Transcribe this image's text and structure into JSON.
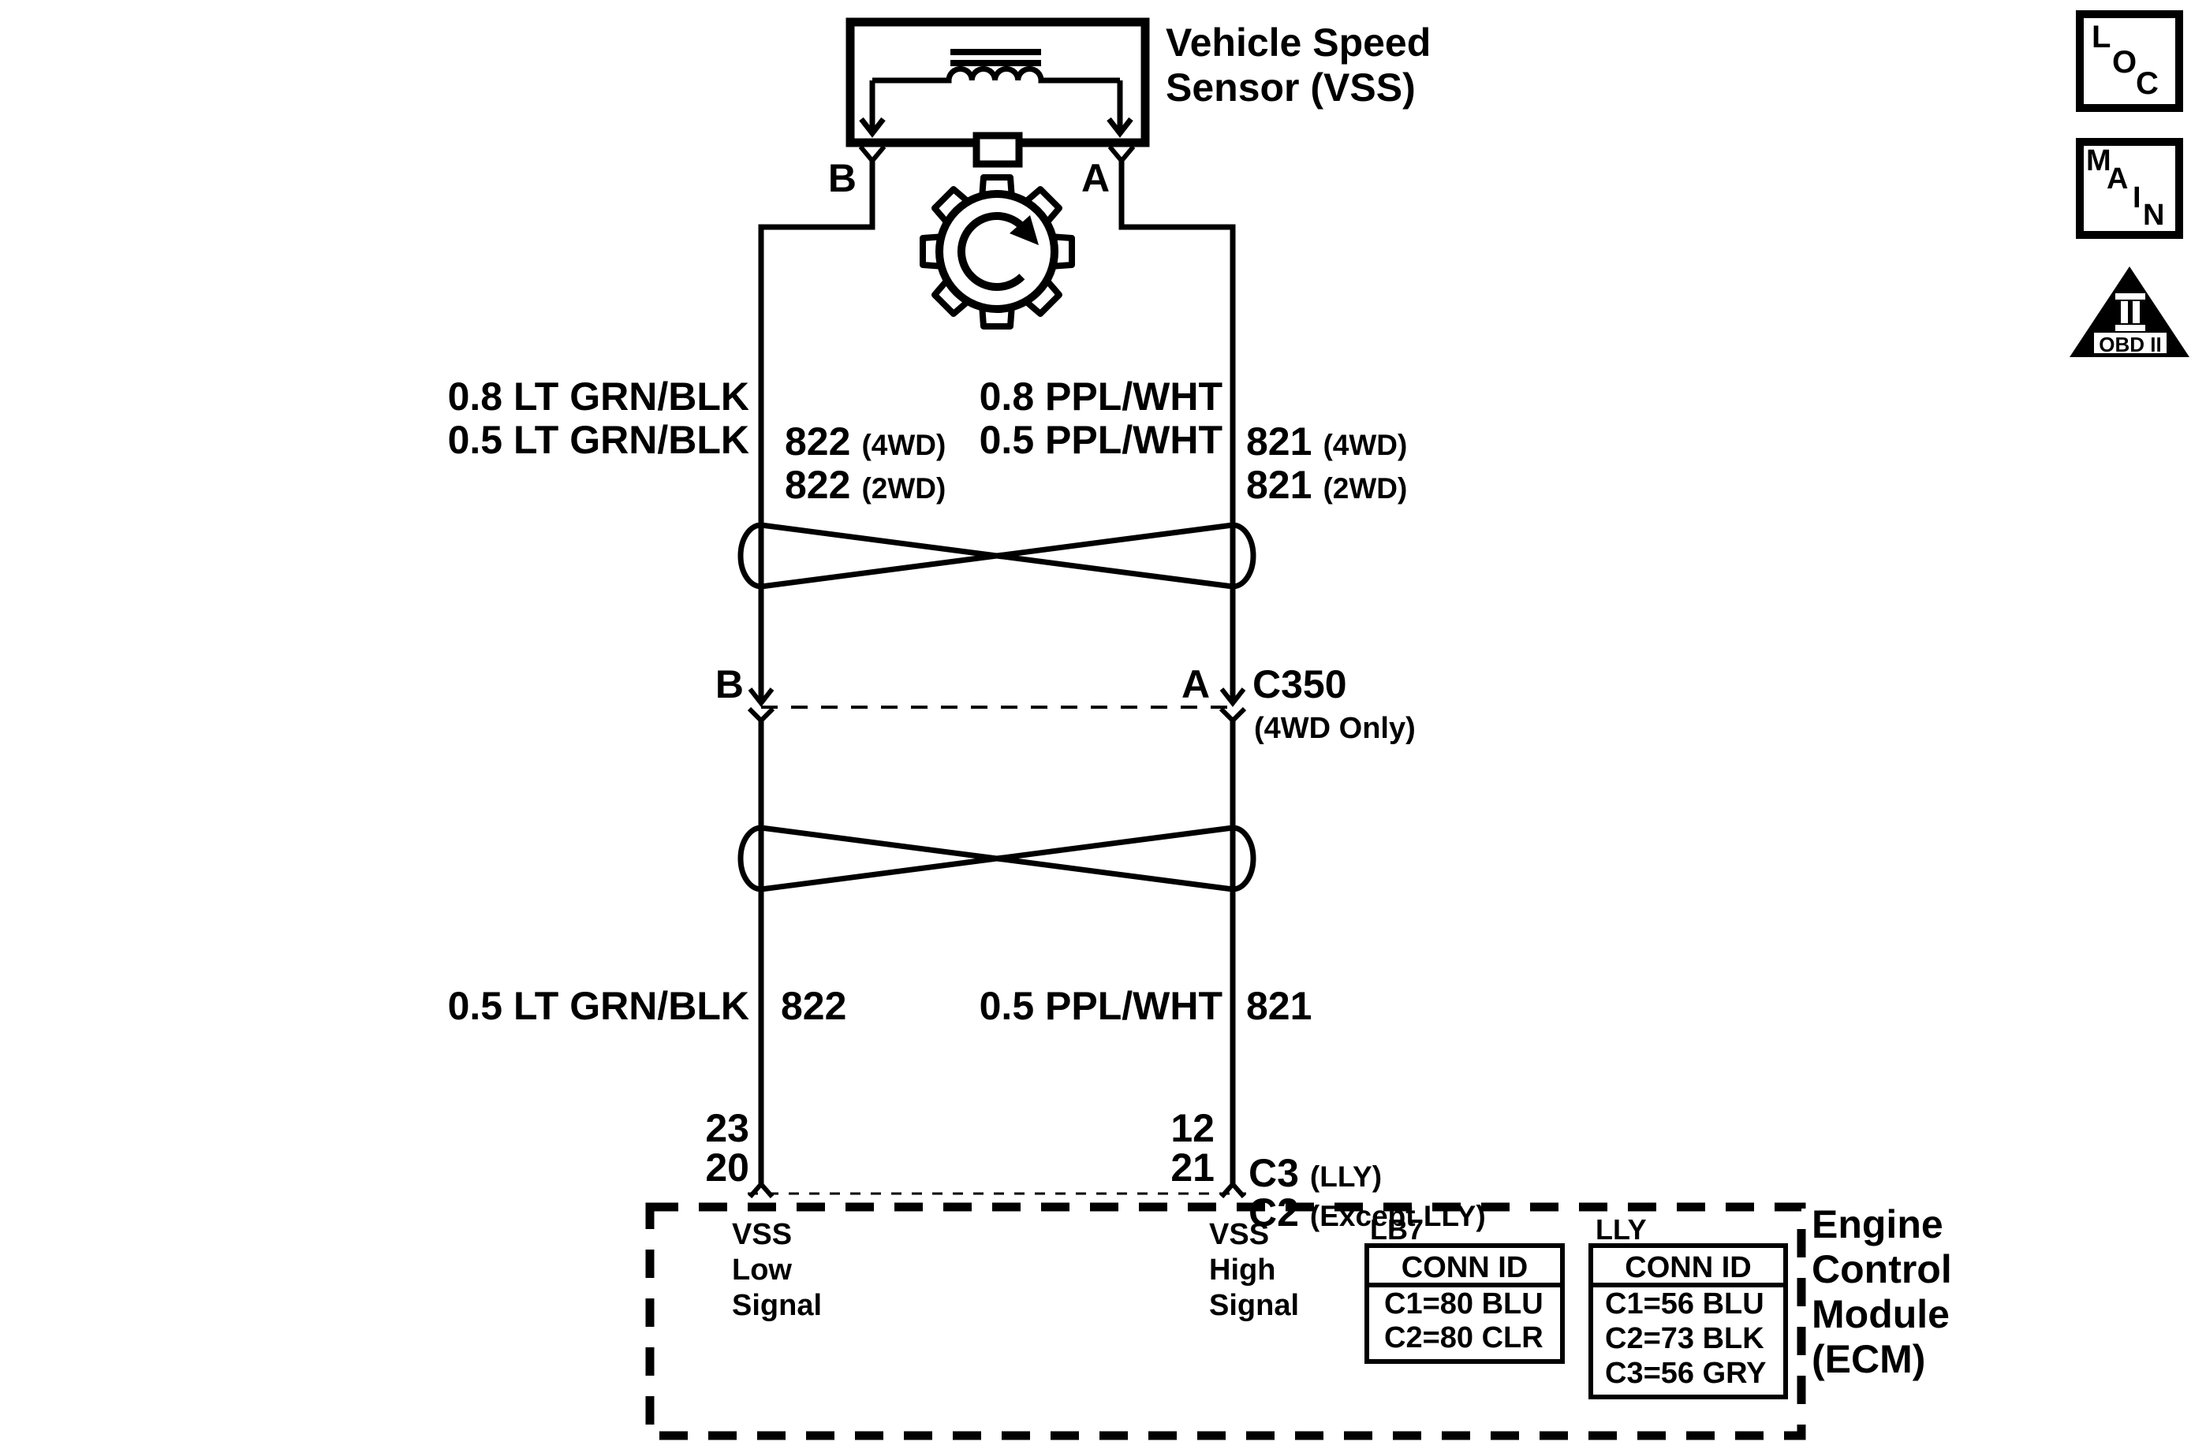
{
  "sensor": {
    "title": "Vehicle Speed\nSensor (VSS)",
    "terminal_b": "B",
    "terminal_a": "A"
  },
  "wires": {
    "left": {
      "row1_label": "0.8 LT GRN/BLK",
      "row1_circuit": "822",
      "row1_variant": "(4WD)",
      "row2_label": "0.5 LT GRN/BLK",
      "row2_circuit": "822",
      "row2_variant": "(2WD)",
      "lower_label": "0.5 LT GRN/BLK",
      "lower_circuit": "822",
      "pin_row1": "23",
      "pin_row2": "20"
    },
    "right": {
      "row1_label": "0.8 PPL/WHT",
      "row1_circuit": "821",
      "row1_variant": "(4WD)",
      "row2_label": "0.5 PPL/WHT",
      "row2_circuit": "821",
      "row2_variant": "(2WD)",
      "lower_label": "0.5 PPL/WHT",
      "lower_circuit": "821",
      "pin_row1": "12",
      "pin_conn1": "C3",
      "pin_note1": "(LLY)",
      "pin_row2": "21",
      "pin_conn2": "C2",
      "pin_note2": "(Except LLY)"
    }
  },
  "c350": {
    "terminal_b": "B",
    "terminal_a": "A",
    "name": "C350",
    "note": "(4WD Only)"
  },
  "ecm": {
    "low_signal": "VSS\nLow\nSignal",
    "high_signal": "VSS\nHigh\nSignal",
    "module_label": "Engine\nControl\nModule\n(ECM)",
    "lb7": {
      "title": "LB7",
      "header": "CONN ID",
      "rows": [
        "C1=80 BLU",
        "C2=80 CLR"
      ]
    },
    "lly": {
      "title": "LLY",
      "header": "CONN ID",
      "rows": [
        "C1=56 BLU",
        "C2=73 BLK",
        "C3=56 GRY"
      ]
    }
  },
  "badges": {
    "loc": {
      "l1": "L",
      "l2": "O",
      "l3": "C"
    },
    "main": {
      "l1": "M",
      "l2": "A",
      "l3": "I",
      "l4": "N"
    },
    "obd": {
      "label": "OBD II"
    }
  },
  "colors": {
    "ink": "#000000",
    "paper": "#ffffff"
  }
}
